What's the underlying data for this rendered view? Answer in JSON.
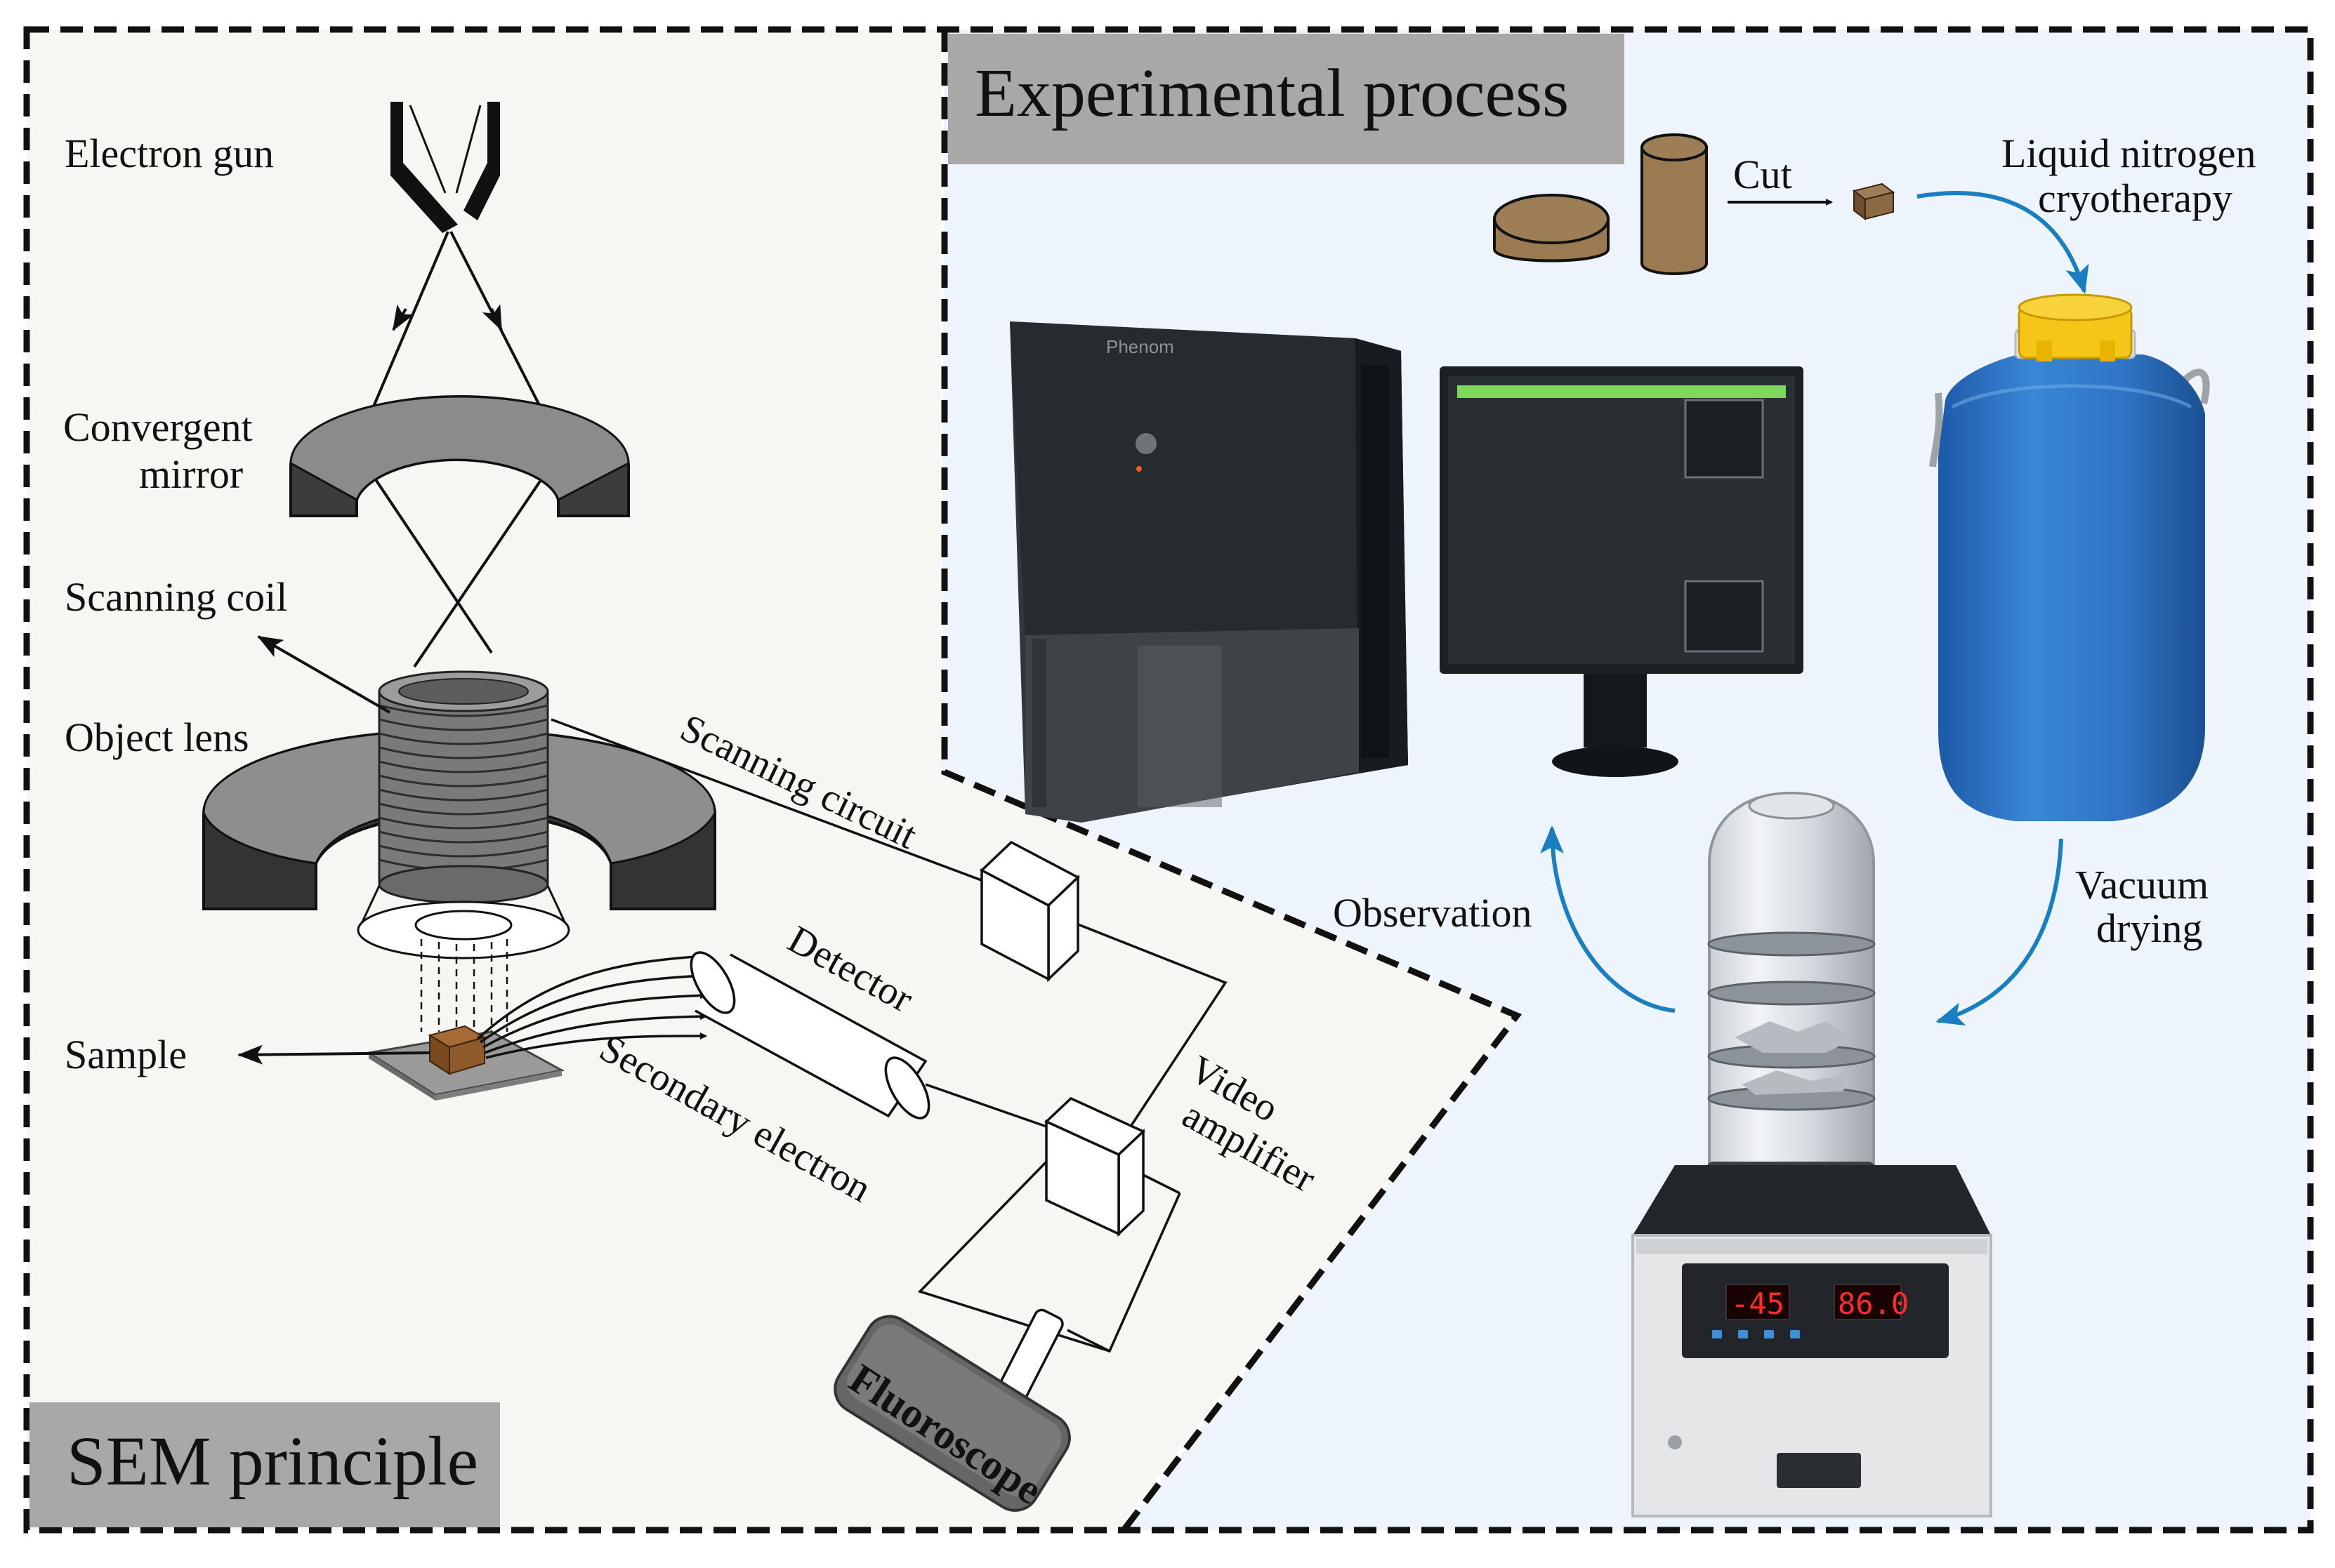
{
  "panels": {
    "sem_title": "SEM principle",
    "exp_title": "Experimental process"
  },
  "sem_labels": {
    "electron_gun": "Electron gun",
    "convergent_1": "Convergent",
    "convergent_2": "mirror",
    "scanning_coil": "Scanning coil",
    "object_lens": "Object lens",
    "sample": "Sample",
    "scanning_circuit": "Scanning circuit",
    "detector": "Detector",
    "secondary_electron": "Secondary electron",
    "video_1": "Video",
    "video_2": "amplifier",
    "fluoroscope": "Fluoroscope"
  },
  "exp_labels": {
    "cut": "Cut",
    "ln2_1": "Liquid nitrogen",
    "ln2_2": "cryotherapy",
    "vacuum_1": "Vacuum",
    "vacuum_2": "drying",
    "observation": "Observation",
    "sem_brand": "Phenom",
    "dryer_left_readout": "-45",
    "dryer_right_readout": "86.0"
  },
  "colors": {
    "sem_bg": "#f8f6f3",
    "exp_bg": "#eef4fb",
    "title_box": "#a8a8a8",
    "arrow_blue": "#1a7fc1",
    "sample_brown": "#8b5a2b",
    "dewar_blue": "#2e73c8",
    "dewar_cap": "#f5c518"
  }
}
